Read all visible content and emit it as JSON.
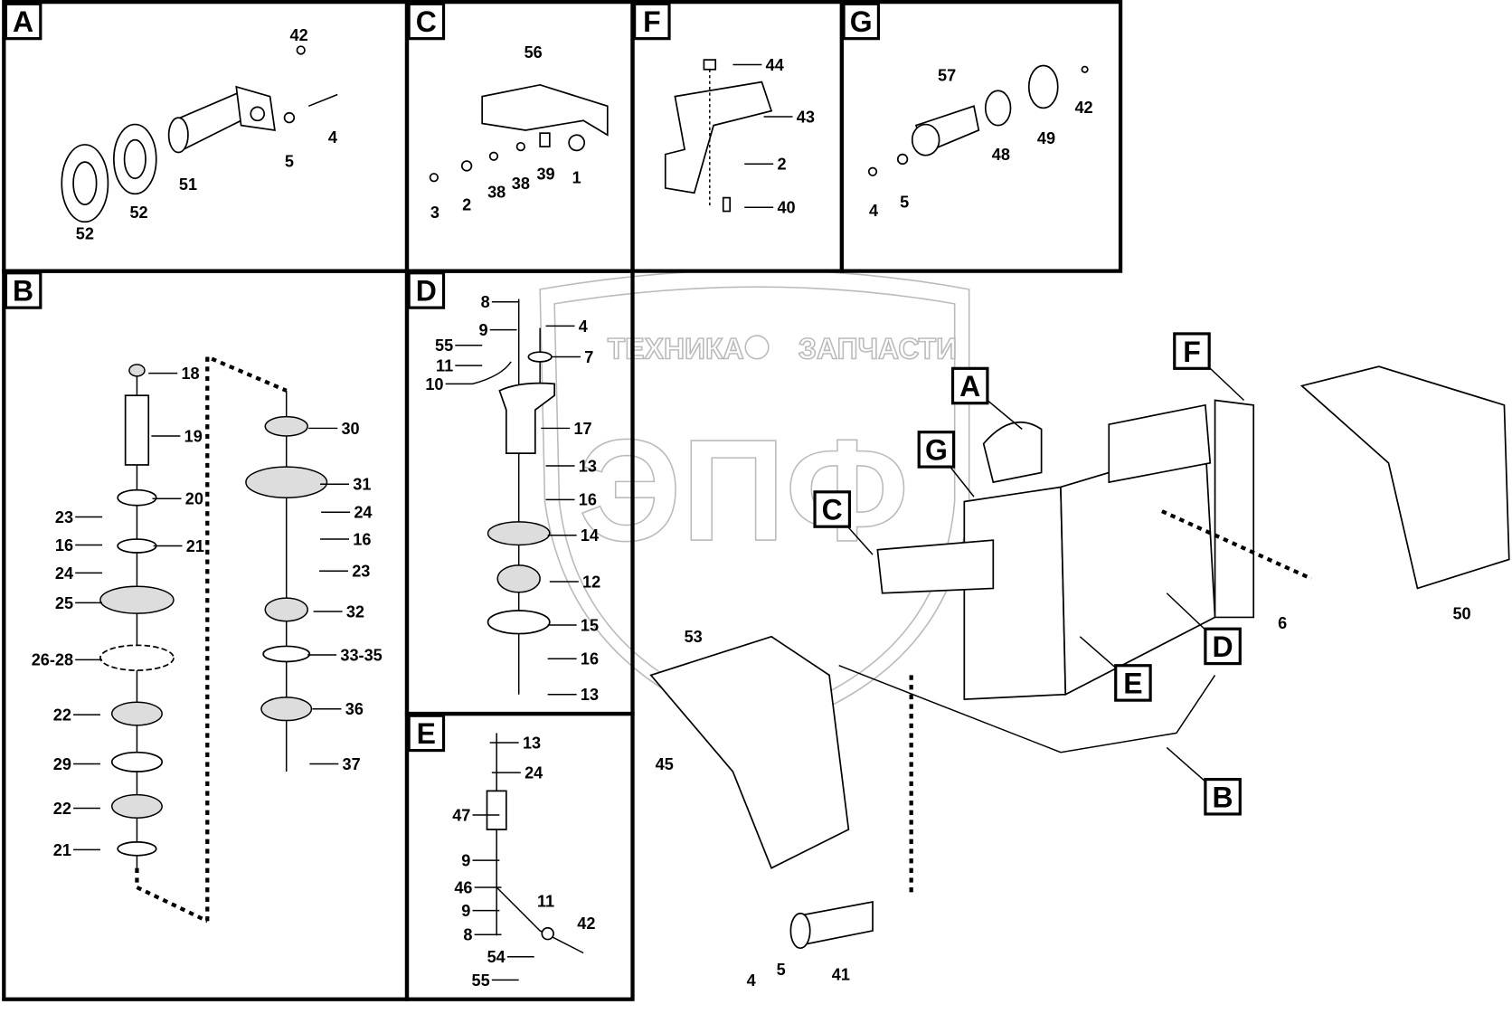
{
  "watermark": {
    "left": "ТЕХНИКА",
    "right": "ЗАПЧАСТИ",
    "logo": "ЭПФ"
  },
  "panels": {
    "A": {
      "title": "A",
      "labels": [
        "42",
        "4",
        "5",
        "51",
        "52",
        "52"
      ]
    },
    "C": {
      "title": "C",
      "labels": [
        "56",
        "1",
        "39",
        "38",
        "38",
        "2",
        "3"
      ]
    },
    "F": {
      "title": "F",
      "labels": [
        "44",
        "43",
        "2",
        "40"
      ]
    },
    "G": {
      "title": "G",
      "labels": [
        "57",
        "42",
        "48",
        "49",
        "4",
        "5"
      ]
    },
    "B": {
      "title": "B",
      "labels": [
        "18",
        "19",
        "20",
        "23",
        "21",
        "16",
        "24",
        "25",
        "26-28",
        "22",
        "29",
        "22",
        "21",
        "30",
        "31",
        "24",
        "16",
        "23",
        "32",
        "33-35",
        "36",
        "37"
      ]
    },
    "D": {
      "title": "D",
      "labels": [
        "8",
        "4",
        "9",
        "55",
        "7",
        "11",
        "10",
        "17",
        "13",
        "16",
        "14",
        "12",
        "15",
        "16",
        "13"
      ]
    },
    "E": {
      "title": "E",
      "labels": [
        "13",
        "24",
        "47",
        "9",
        "46",
        "9",
        "11",
        "42",
        "8",
        "54",
        "55"
      ]
    },
    "main": {
      "callouts": [
        "A",
        "G",
        "C",
        "F",
        "D",
        "E",
        "B"
      ],
      "labels": [
        "53",
        "45",
        "50",
        "6",
        "4",
        "5",
        "41"
      ]
    }
  }
}
